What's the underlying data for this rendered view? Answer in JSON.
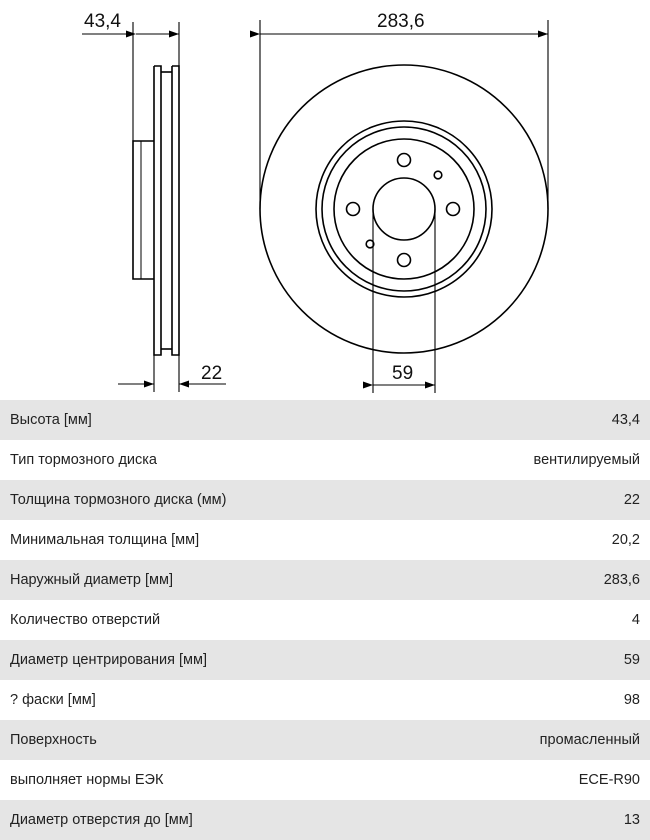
{
  "drawing": {
    "dimensions": {
      "height": "43,4",
      "outer_diameter": "283,6",
      "thickness": "22",
      "center_bore": "59"
    },
    "colors": {
      "line": "#000000",
      "background": "#ffffff"
    }
  },
  "specs": [
    {
      "label": "Высота [мм]",
      "value": "43,4"
    },
    {
      "label": "Тип тормозного диска",
      "value": "вентилируемый"
    },
    {
      "label": "Толщина тормозного диска (мм)",
      "value": "22"
    },
    {
      "label": "Минимальная толщина [мм]",
      "value": "20,2"
    },
    {
      "label": "Наружный диаметр [мм]",
      "value": "283,6"
    },
    {
      "label": "Количество отверстий",
      "value": "4"
    },
    {
      "label": "Диаметр центрирования [мм]",
      "value": "59"
    },
    {
      "label": "? фаски [мм]",
      "value": "98"
    },
    {
      "label": "Поверхность",
      "value": "промасленный"
    },
    {
      "label": "выполняет нормы ЕЭК",
      "value": "ECE-R90"
    },
    {
      "label": "Диаметр отверстия до [мм]",
      "value": "13"
    }
  ],
  "table_colors": {
    "row_shaded": "#e5e5e5",
    "row_plain": "#ffffff",
    "text": "#222222"
  }
}
